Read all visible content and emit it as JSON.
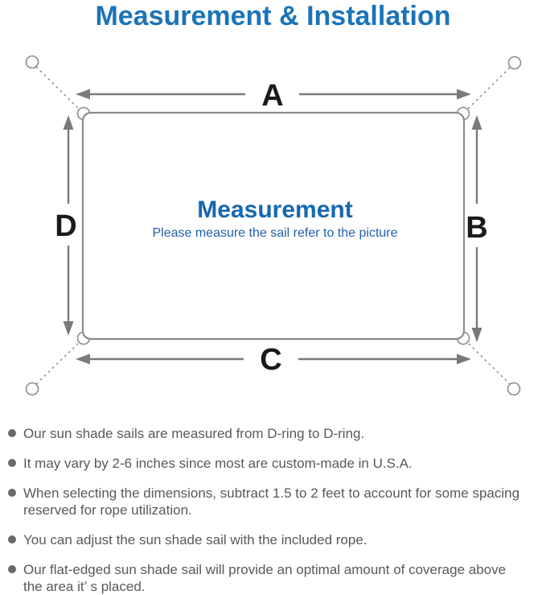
{
  "title": "Measurement & Installation",
  "diagram": {
    "labels": {
      "top": "A",
      "right": "B",
      "bottom": "C",
      "left": "D"
    },
    "center_title": "Measurement",
    "center_subtitle": "Please measure the sail refer to the picture"
  },
  "colors": {
    "title_blue": "#1b74b8",
    "center_blue": "#1568b0",
    "subtitle_blue": "#2161a8",
    "outline_gray": "#8c8c8c",
    "arrow_gray": "#7a7a7a",
    "dim_label_black": "#1a1a1a",
    "body_text_gray": "#595959"
  },
  "notes": {
    "items": [
      "Our sun shade sails are measured from D-ring to D-ring.",
      "It may vary by 2-6 inches since most are custom-made in U.S.A.",
      "When selecting the dimensions, subtract 1.5 to 2 feet to account for some spacing\nreserved for rope utilization.",
      "You can adjust the sun shade sail with the included rope.",
      "Our flat-edged sun shade sail will provide an optimal amount of coverage above\nthe area it’ s placed."
    ]
  }
}
